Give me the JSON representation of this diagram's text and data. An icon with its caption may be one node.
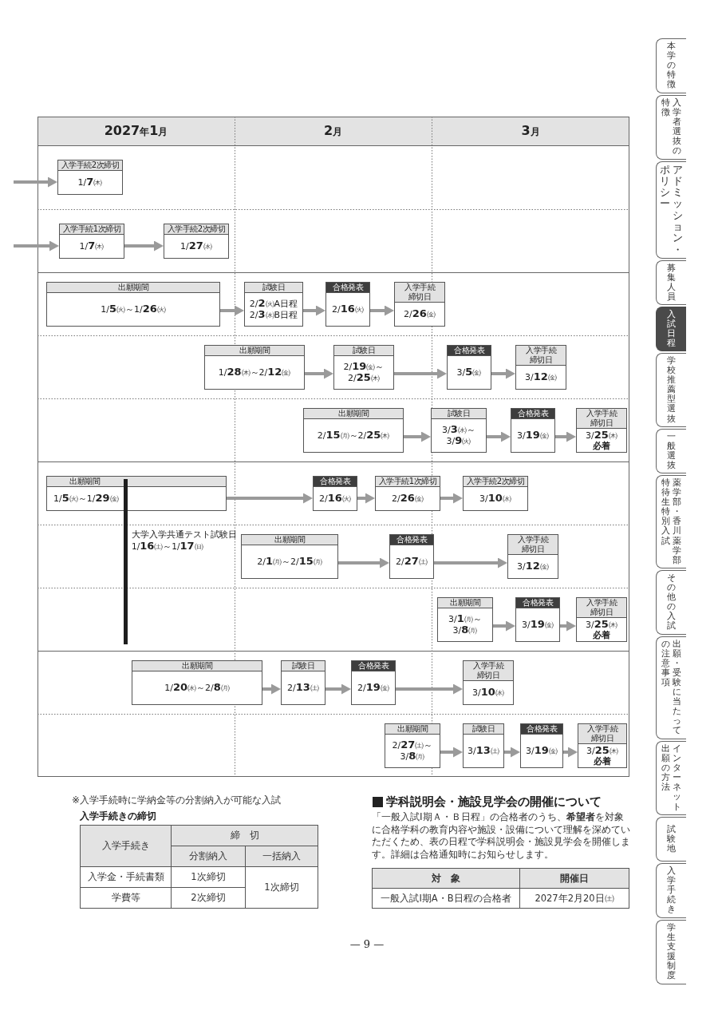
{
  "diagram": {
    "nodes": [
      {
        "text": [
          "入学手続2次締切",
          "1/**7**㈭"
        ]
      },
      {
        "text": [
          "入学手続1次締切",
          "1/**7**㈭"
        ]
      },
      {
        "text": [
          "入学手続2次締切",
          "1/**27**㈬"
        ]
      },
      {
        "text": [
          "出願期間",
          "1/**5**㈫～1/**26**㈫"
        ]
      },
      {
        "text": [
          "試験日",
          "2/**2**㈫A日程 2/**3**㈬B日程"
        ]
      },
      {
        "text": [
          "合格発表",
          "2/**16**㈫"
        ]
      },
      {
        "text": [
          "入学手続締切日",
          "2/**26**㈮"
        ]
      },
      {
        "text": [
          "出願期間",
          "1/**28**㈭～2/**12**㈮"
        ]
      },
      {
        "text": [
          "試験日",
          "2/**19**㈮～ 2/**25**㈭"
        ]
      },
      {
        "text": [
          "合格発表",
          "3/**5**㈮"
        ]
      },
      {
        "text": [
          "入学手続締切日",
          "3/**12**㈮"
        ]
      },
      {
        "text": [
          "出願期間",
          "2/**15**㈪～2/**25**㈭"
        ]
      },
      {
        "text": [
          "試験日",
          "3/**3**㈬～ 3/**9**㈫"
        ]
      },
      {
        "text": [
          "合格発表",
          "3/**19**㈮"
        ]
      },
      {
        "text": [
          "入学手続締切日",
          "3/**25**㈭",
          "必着"
        ]
      },
      {
        "text": [
          "出願期間",
          "1/**5**㈫～1/**29**㈮"
        ]
      },
      {
        "text": [
          "合格発表",
          "2/**16**㈫"
        ]
      },
      {
        "text": [
          "入学手続1次締切",
          "2/**26**㈮"
        ]
      },
      {
        "text": [
          "入学手続2次締切",
          "3/**10**㈬"
        ]
      },
      {
        "text": [
          "出願期間",
          "2/**1**㈪～2/**15**㈪"
        ]
      },
      {
        "text": [
          "合格発表",
          "2/**27**㈯"
        ]
      },
      {
        "text": [
          "入学手続締切日",
          "3/**12**㈮"
        ]
      },
      {
        "text": [
          "出願期間",
          "3/**1**㈪～ 3/**8**㈪"
        ]
      },
      {
        "text": [
          "合格発表",
          "3/**19**㈮"
        ]
      },
      {
        "text": [
          "入学手続締切日",
          "3/**25**㈭",
          "必着"
        ]
      },
      {
        "text": [
          "出願期間",
          "1/**20**㈬～2/**8**㈪"
        ]
      },
      {
        "text": [
          "試験日",
          "2/**13**㈯"
        ]
      },
      {
        "text": [
          "合格発表",
          "2/**19**㈮"
        ]
      },
      {
        "text": [
          "入学手続締切日",
          "3/**10**㈬"
        ]
      },
      {
        "text": [
          "出願期間",
          "2/**27**㈯～ 3/**8**㈪"
        ]
      },
      {
        "text": [
          "試験日",
          "3/**13**㈯"
        ]
      },
      {
        "text": [
          "合格発表",
          "3/**19**㈮"
        ]
      },
      {
        "text": [
          "入学手続締切日",
          "3/**25**㈭",
          "必着"
        ]
      },
      {
        "text": [
          "本学の特徴"
        ]
      },
      {
        "text": [
          "入学者選抜の特徴"
        ]
      },
      {
        "text": [
          "アドミッション・ポリシー"
        ]
      },
      {
        "text": [
          "募集人員"
        ]
      },
      {
        "text": [
          "入試日程"
        ]
      },
      {
        "text": [
          "学校推薦型選抜"
        ]
      },
      {
        "text": [
          "一般選抜"
        ]
      },
      {
        "text": [
          "薬学部・香川薬学部特待生特別入試"
        ]
      },
      {
        "text": [
          "その他の入試"
        ]
      },
      {
        "text": [
          "出願・受験に当たっての注意事項"
        ]
      },
      {
        "text": [
          "インターネット出願の方法"
        ]
      },
      {
        "text": [
          "試験地"
        ]
      },
      {
        "text": [
          "入学手続き"
        ]
      },
      {
        "text": [
          "学生支援制度"
        ]
      }
    ],
    "edges": [
      {
        "from": null,
        "to": 0,
        "arrow": "to"
      },
      {
        "from": null,
        "to": 1,
        "arrow": "to"
      },
      {
        "from": 1,
        "to": 2,
        "arrow": "to"
      },
      {
        "from": 3,
        "to": 4,
        "arrow": "to"
      },
      {
        "from": 4,
        "to": 5,
        "arrow": "to"
      },
      {
        "from": 5,
        "to": 6,
        "arrow": "to"
      },
      {
        "from": 7,
        "to": 8,
        "arrow": "to"
      },
      {
        "from": 8,
        "to": 9,
        "arrow": "to"
      },
      {
        "from": 9,
        "to": 10,
        "arrow": "to"
      },
      {
        "from": 11,
        "to": 12,
        "arrow": "to"
      },
      {
        "from": 12,
        "to": 13,
        "arrow": "to"
      },
      {
        "from": 13,
        "to": 14,
        "arrow": "to"
      },
      {
        "from": 15,
        "to": 16,
        "arrow": "to"
      },
      {
        "from": 16,
        "to": 17,
        "arrow": "to"
      },
      {
        "from": 17,
        "to": 18,
        "arrow": "to"
      },
      {
        "from": 19,
        "to": 20,
        "arrow": "to"
      },
      {
        "from": 20,
        "to": 21,
        "arrow": "to"
      },
      {
        "from": 22,
        "to": 23,
        "arrow": "to"
      },
      {
        "from": 23,
        "to": 24,
        "arrow": "to"
      },
      {
        "from": 25,
        "to": 26,
        "arrow": "to"
      },
      {
        "from": 26,
        "to": 27,
        "arrow": "to"
      },
      {
        "from": 27,
        "to": 28,
        "arrow": "to"
      },
      {
        "from": 29,
        "to": 30,
        "arrow": "to"
      },
      {
        "from": 30,
        "to": 31,
        "arrow": "to"
      },
      {
        "from": 31,
        "to": 32,
        "arrow": "to"
      }
    ],
    "labels": [
      "**2027**年**1**月",
      "**2**月",
      "**3**月",
      "大学入学共通テスト試験日",
      "1/**16**㈯～1/**17**㈰",
      "※入学手続時に学納金等の分割納入が可能な入試",
      "入学手続きの締切",
      "入学手続き",
      "締　切",
      "分割納入",
      "一括納入",
      "入学金・手続書類",
      "1次締切",
      "1次締切",
      "学費等",
      "2次締切",
      "学科説明会・施設見学会の開催について",
      "「一般入試Ⅰ期Ａ・Ｂ日程」の合格者のうち、**希望者**を対象に合格学科の教育内容や施設・設備について理解を深めていただくため、表の日程で学科説明会・施設見学会を開催します。詳細は合格通知時にお知らせします。",
      "対　象",
      "開催日",
      "一般入試Ⅰ期A・B日程の合格者",
      "2027年2月20日㈯",
      "— 9 —"
    ]
  }
}
